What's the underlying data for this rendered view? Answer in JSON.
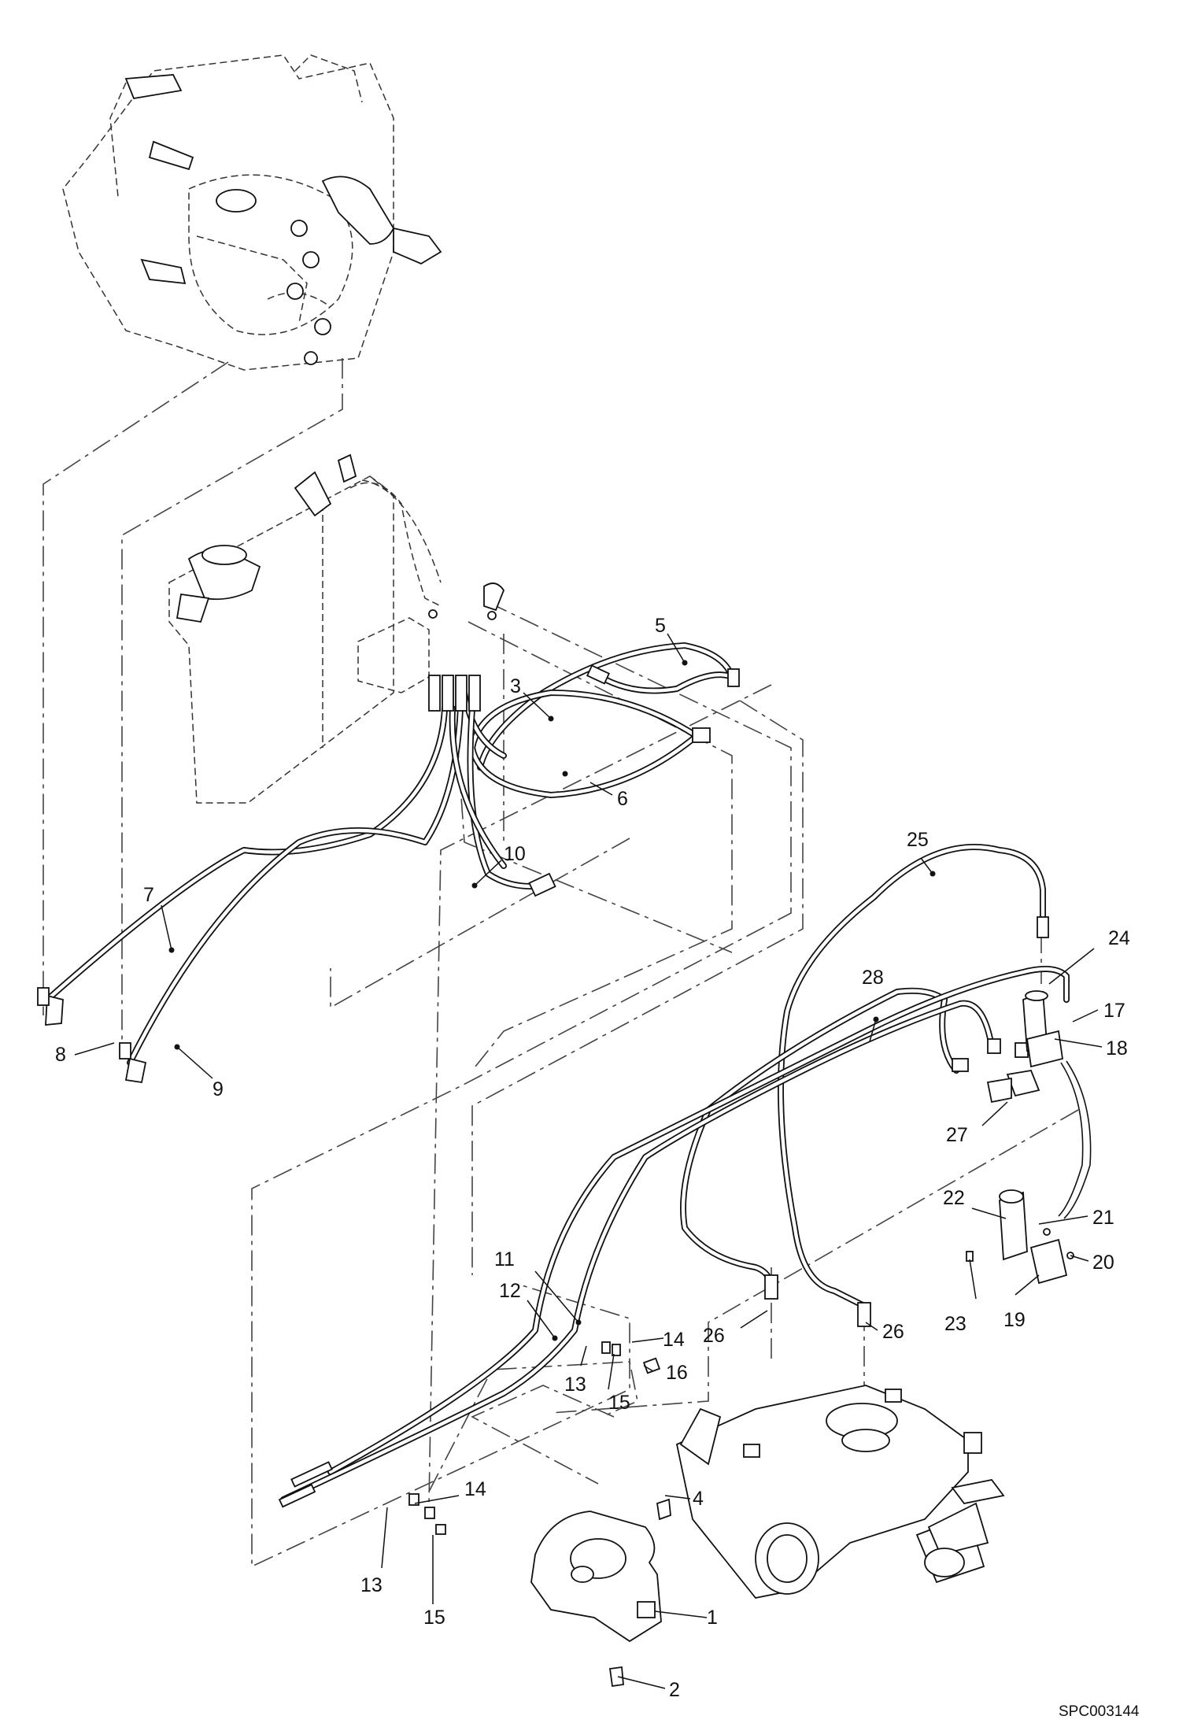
{
  "drawing_code": "SPC003144",
  "callouts": [
    {
      "id": "c1",
      "label": "1"
    },
    {
      "id": "c2",
      "label": "2"
    },
    {
      "id": "c3",
      "label": "3"
    },
    {
      "id": "c4",
      "label": "4"
    },
    {
      "id": "c5",
      "label": "5"
    },
    {
      "id": "c6",
      "label": "6"
    },
    {
      "id": "c7",
      "label": "7"
    },
    {
      "id": "c8",
      "label": "8"
    },
    {
      "id": "c9",
      "label": "9"
    },
    {
      "id": "c10",
      "label": "10"
    },
    {
      "id": "c11",
      "label": "11"
    },
    {
      "id": "c12",
      "label": "12"
    },
    {
      "id": "c13a",
      "label": "13"
    },
    {
      "id": "c13b",
      "label": "13"
    },
    {
      "id": "c14a",
      "label": "14"
    },
    {
      "id": "c14b",
      "label": "14"
    },
    {
      "id": "c15a",
      "label": "15"
    },
    {
      "id": "c15b",
      "label": "15"
    },
    {
      "id": "c16",
      "label": "16"
    },
    {
      "id": "c17",
      "label": "17"
    },
    {
      "id": "c18",
      "label": "18"
    },
    {
      "id": "c19",
      "label": "19"
    },
    {
      "id": "c20",
      "label": "20"
    },
    {
      "id": "c21",
      "label": "21"
    },
    {
      "id": "c22",
      "label": "22"
    },
    {
      "id": "c23",
      "label": "23"
    },
    {
      "id": "c24",
      "label": "24"
    },
    {
      "id": "c25",
      "label": "25"
    },
    {
      "id": "c26a",
      "label": "26"
    },
    {
      "id": "c26b",
      "label": "26"
    },
    {
      "id": "c27",
      "label": "27"
    },
    {
      "id": "c28",
      "label": "28"
    }
  ]
}
